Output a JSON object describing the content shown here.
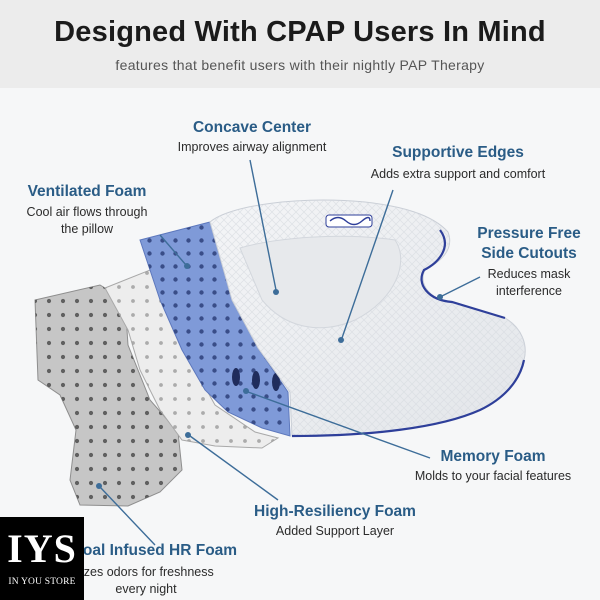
{
  "header": {
    "title": "Designed With CPAP Users In Mind",
    "subtitle": "features that benefit users with their nightly PAP Therapy"
  },
  "callouts": {
    "concave_center": {
      "title": "Concave Center",
      "desc": "Improves airway alignment"
    },
    "supportive_edges": {
      "title": "Supportive Edges",
      "desc": "Adds extra support and comfort"
    },
    "ventilated_foam": {
      "title": "Ventilated Foam",
      "desc_line1": "Cool air flows through",
      "desc_line2": "the pillow"
    },
    "pressure_free": {
      "title_line1": "Pressure Free",
      "title_line2": "Side Cutouts",
      "desc_line1": "Reduces mask",
      "desc_line2": "interference"
    },
    "memory_foam": {
      "title": "Memory Foam",
      "desc": "Molds to your facial features"
    },
    "hr_foam": {
      "title": "High-Resiliency Foam",
      "desc": "Added Support Layer"
    },
    "charcoal_foam": {
      "title": "oal Infused HR Foam",
      "desc_line1": "lizes odors for freshness",
      "desc_line2": "every night"
    }
  },
  "logo": {
    "mark": "IYS",
    "name": "IN YOU STORE"
  },
  "colors": {
    "label_blue": "#2a5c86",
    "foam_blue": "#7f9ad8",
    "leader": "#3d6d99"
  }
}
